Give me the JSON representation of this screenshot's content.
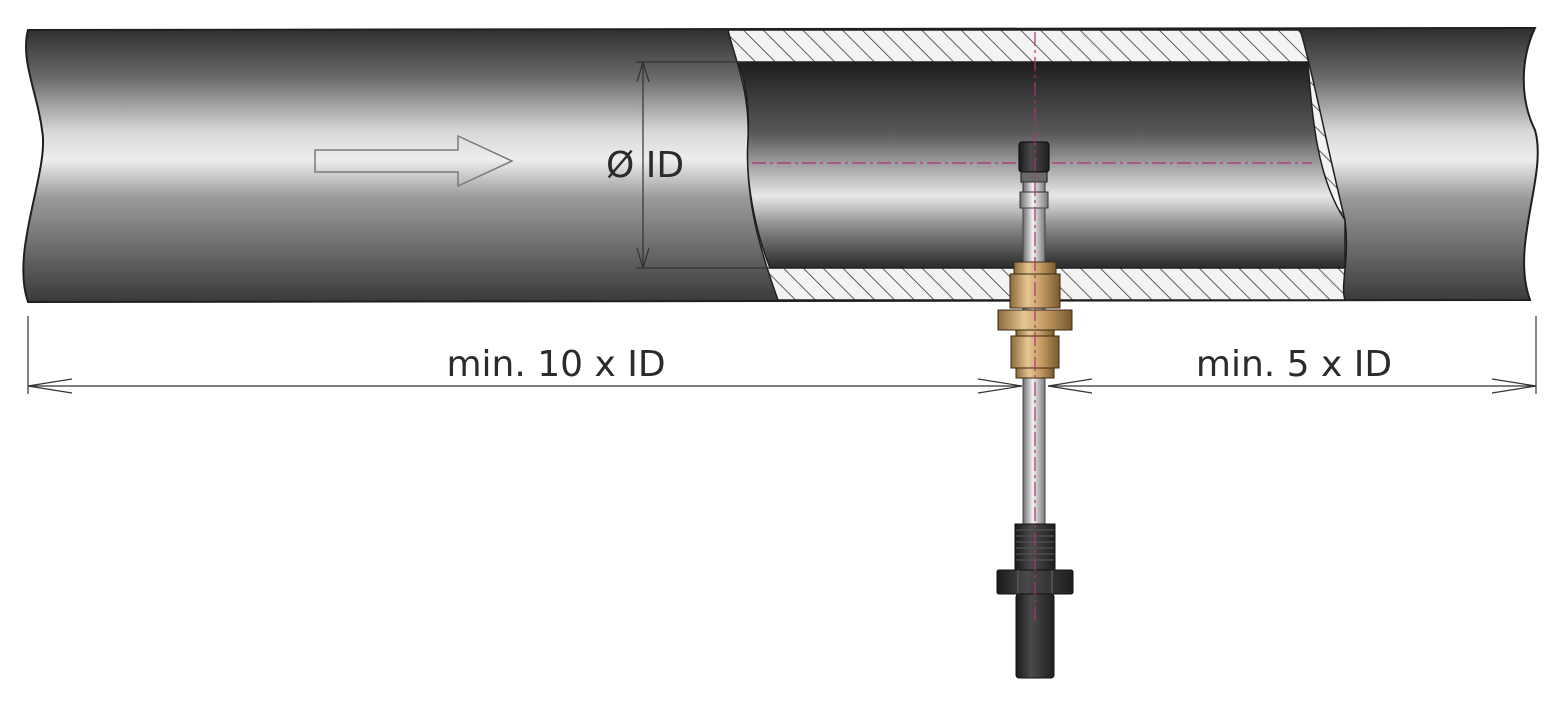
{
  "labels": {
    "diameter": "Ø ID",
    "upstream": "min. 10 x ID",
    "downstream": "min. 5 x ID"
  },
  "icons": {
    "flow_direction": "right-arrow-outline-icon"
  },
  "colors": {
    "pipe_dark": "#3a3a3a",
    "pipe_light": "#e6e6e6",
    "centerline": "#b0307a",
    "fitting_brass": "#c9a06a",
    "sensor_body": "#2a2a2a",
    "dimension_line": "#333333"
  }
}
